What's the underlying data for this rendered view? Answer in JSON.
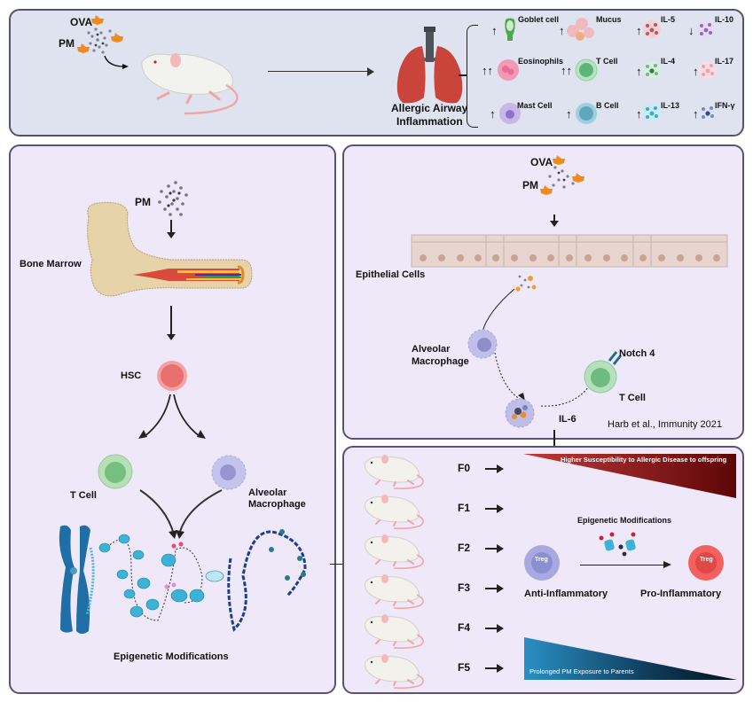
{
  "top_panel": {
    "allergens": {
      "ova": "OVA",
      "pm": "PM"
    },
    "outcome_label_line1": "Allergic Airway",
    "outcome_label_line2": "Inflammation",
    "effects": [
      {
        "name": "Goblet cell",
        "direction": "↑"
      },
      {
        "name": "Mucus",
        "direction": "↑"
      },
      {
        "name": "IL-5",
        "direction": "↑"
      },
      {
        "name": "IL-10",
        "direction": "↓"
      },
      {
        "name": "Eosinophils",
        "direction": "↑↑"
      },
      {
        "name": "T Cell",
        "direction": "↑↑"
      },
      {
        "name": "IL-4",
        "direction": "↑"
      },
      {
        "name": "IL-17",
        "direction": "↑"
      },
      {
        "name": "Mast Cell",
        "direction": "↑"
      },
      {
        "name": "B Cell",
        "direction": "↑"
      },
      {
        "name": "IL-13",
        "direction": "↑"
      },
      {
        "name": "IFN-γ",
        "direction": "↑"
      }
    ]
  },
  "left_panel": {
    "pm_label": "PM",
    "bone_marrow_label": "Bone Marrow",
    "hsc_label": "HSC",
    "t_cell_label": "T Cell",
    "macrophage_label_line1": "Alveolar",
    "macrophage_label_line2": "Macrophage",
    "epigenetic_label": "Epigenetic Modifications"
  },
  "right_top_panel": {
    "ova_label": "OVA",
    "pm_label": "PM",
    "epithelial_label": "Epithelial Cells",
    "macrophage_label_line1": "Alveolar",
    "macrophage_label_line2": "Macrophage",
    "il6_label": "IL-6",
    "notch_label": "Notch 4",
    "t_cell_label": "T Cell",
    "citation": "Harb et al., Immunity 2021"
  },
  "right_bottom_panel": {
    "generations": [
      "F0",
      "F1",
      "F2",
      "F3",
      "F4",
      "F5"
    ],
    "susceptibility_label": "Higher Susceptibility to Allergic Disease to offspring",
    "exposure_label": "Prolonged PM Exposure to Parents",
    "epigenetic_label": "Epigenetic Modifications",
    "treg_label": "Treg",
    "anti_label": "Anti-Inflammatory",
    "pro_label": "Pro-Inflammatory"
  },
  "colors": {
    "panel_border": "#5b5170",
    "panel_bg": "#efe8f8",
    "top_bg": "#dfe2ef",
    "ova_orange": "#f08a1c",
    "lung_red": "#c9443a",
    "hsc_red": "#ef6f6f",
    "t_cell_green": "#8fd3a0",
    "macrophage_purple": "#b5b3e8",
    "dna_blue": "#1f6fa6",
    "susceptibility_dark_red": "#7a0a0a",
    "exposure_blue": "#2a8fc4",
    "treg_pro_red": "#f05a5a",
    "treg_anti_purple": "#a7a9e0"
  }
}
